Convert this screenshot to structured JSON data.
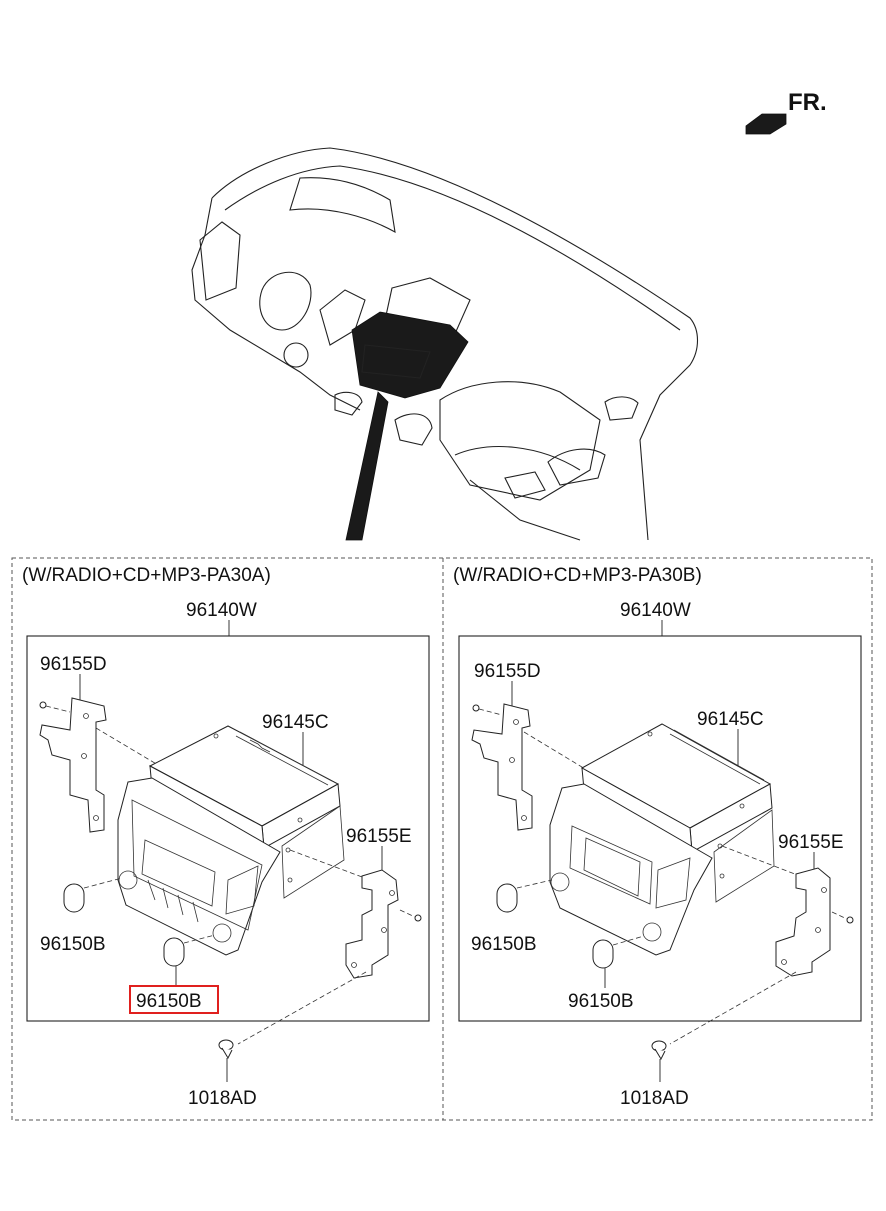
{
  "orientation": {
    "label": "FR."
  },
  "sections": [
    {
      "title": "(W/RADIO+CD+MP3-PA30A)",
      "assembly": "96140W",
      "parts": {
        "bracket_left": "96155D",
        "case": "96145C",
        "bracket_right": "96155E",
        "knob_side": "96150B",
        "knob_bottom": "96150B",
        "screw": "1018AD"
      },
      "highlighted_part": "96150B"
    },
    {
      "title": "(W/RADIO+CD+MP3-PA30B)",
      "assembly": "96140W",
      "parts": {
        "bracket_left": "96155D",
        "case": "96145C",
        "bracket_right": "96155E",
        "knob_side": "96150B",
        "knob_bottom": "96150B",
        "screw": "1018AD"
      }
    }
  ],
  "colors": {
    "highlight": "#e0201e",
    "line": "#222222"
  }
}
